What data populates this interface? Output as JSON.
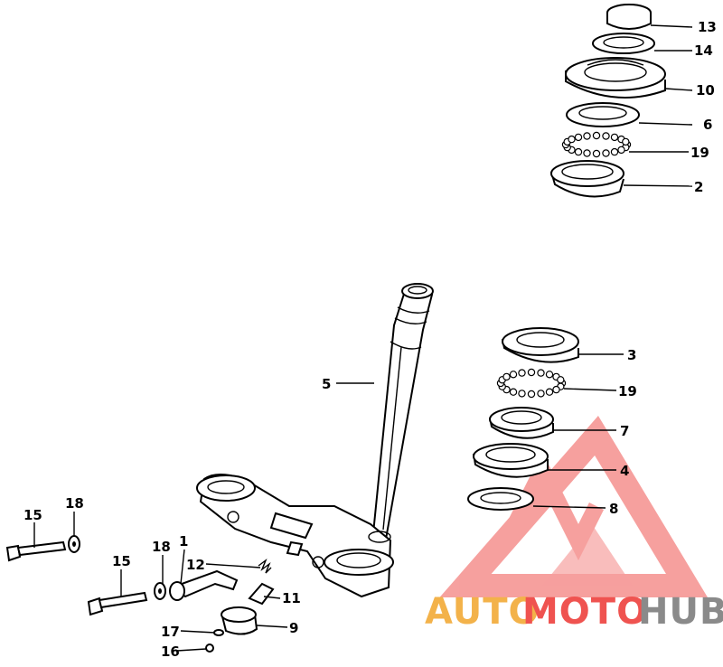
{
  "diagram": {
    "callouts": {
      "c13": "13",
      "c14": "14",
      "c10": "10",
      "c6": "6",
      "c19_top": "19",
      "c2": "2",
      "c3": "3",
      "c19_mid": "19",
      "c7": "7",
      "c4": "4",
      "c8": "8",
      "c5": "5",
      "c15_left": "15",
      "c18_left": "18",
      "c15_mid": "15",
      "c18_mid": "18",
      "c1": "1",
      "c12": "12",
      "c11": "11",
      "c9": "9",
      "c17": "17",
      "c16": "16"
    }
  },
  "watermark": {
    "part1": "AUTO",
    "part2": "MOTO",
    "part3": "HUB",
    "colors": {
      "auto": "#f3b24a",
      "moto": "#ef5350",
      "hub": "#8a8a8a",
      "logo": "#ef5350"
    }
  }
}
